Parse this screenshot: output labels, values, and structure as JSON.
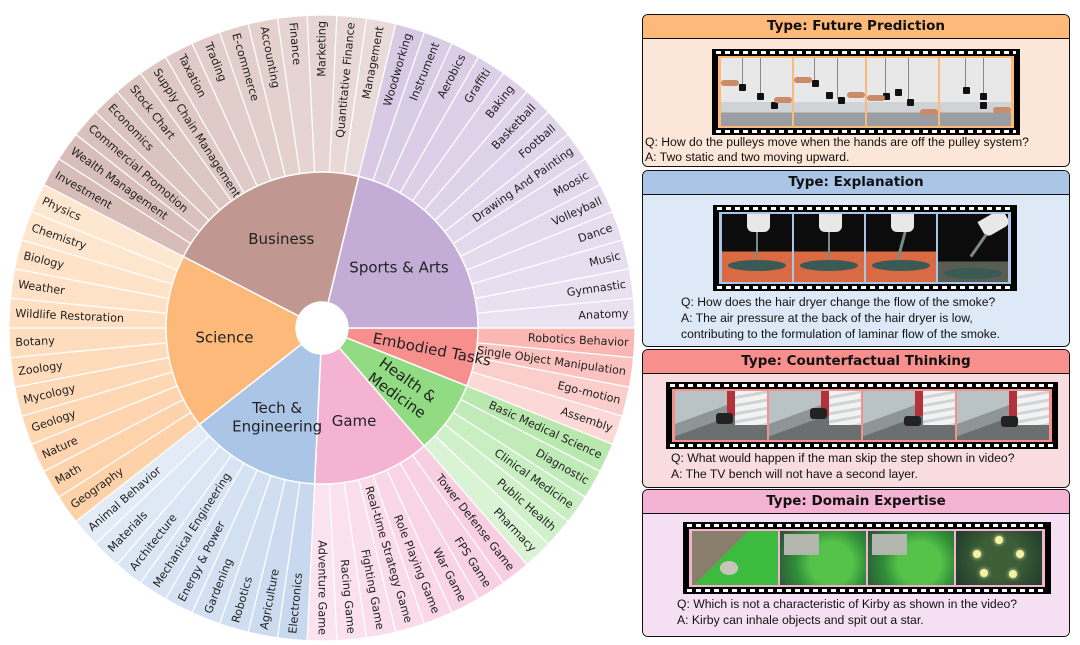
{
  "chart_data": {
    "type": "sunburst",
    "title": "",
    "center": "",
    "categories": [
      {
        "name": "Embodied Tasks",
        "label_lines": [
          "Embodied Tasks"
        ],
        "color": "#f7908c",
        "children": [
          "Robotics Behavior",
          "Single Object Manipulation",
          "Ego-motion",
          "Assembly"
        ]
      },
      {
        "name": "Health & Medicine",
        "label_lines": [
          "Health &",
          "Medicine"
        ],
        "color": "#91dc83",
        "children": [
          "Basic Medical Science",
          "Diagnostic",
          "Clinical Medicine",
          "Public Health",
          "Pharmacy"
        ]
      },
      {
        "name": "Game",
        "label_lines": [
          "Game"
        ],
        "color": "#f4b3d2",
        "children": [
          "Tower Defense Game",
          "FPS Game",
          "War Game",
          "Role Playing Game",
          "Real-time Strategy Game",
          "Fighting Game",
          "Racing Game",
          "Adventure Game"
        ]
      },
      {
        "name": "Tech & Engineering",
        "label_lines": [
          "Tech &",
          "Engineering"
        ],
        "color": "#abc5e6",
        "children": [
          "Electronics",
          "Agriculture",
          "Robotics",
          "Gardening",
          "Energy & Power",
          "Mechanical Engineering",
          "Architecture",
          "Materials",
          "Animal Behavior"
        ]
      },
      {
        "name": "Science",
        "label_lines": [
          "Science"
        ],
        "color": "#fdb97a",
        "children": [
          "Geography",
          "Math",
          "Nature",
          "Geology",
          "Mycology",
          "Zoology",
          "Botany",
          "Wildlife Restoration",
          "Weather",
          "Biology",
          "Chemistry",
          "Physics"
        ]
      },
      {
        "name": "Business",
        "label_lines": [
          "Business"
        ],
        "color": "#c19891",
        "children": [
          "Investment",
          "Wealth Management",
          "Commercial Promotion",
          "Economics",
          "Stock Chart",
          "Supply Chain Management",
          "Taxation",
          "Trading",
          "E-commerce",
          "Accounting",
          "Finance",
          "Marketing",
          "Quantitative Finance",
          "Management"
        ]
      },
      {
        "name": "Sports & Arts",
        "label_lines": [
          "Sports & Arts"
        ],
        "color": "#c3add6",
        "children": [
          "Woodworking",
          "Instrument",
          "Aerobics",
          "Graffiti",
          "Baking",
          "Basketball",
          "Football",
          "Drawing And Painting",
          "Moosic",
          "Volleyball",
          "Dance",
          "Music",
          "Gymnastic",
          "Anatomy"
        ]
      }
    ],
    "segment_counts": {
      "Embodied Tasks": 4,
      "Health & Medicine": 5,
      "Game": 8,
      "Tech & Engineering": 9,
      "Science": 12,
      "Business": 14,
      "Sports & Arts": 14
    },
    "total_subcategories": 66
  },
  "panels": [
    {
      "type_label": "Type: Future Prediction",
      "header_color": "#fdb97a",
      "body_color": "#fce6d8",
      "frame_border_color": "#fdb97a",
      "question": "Q: How do the pulleys move when the hands are off the pulley system?",
      "answer_lines": [
        "A: Two static and two moving upward."
      ],
      "frames": [
        "pulley-frame-1",
        "pulley-frame-2",
        "pulley-frame-3",
        "pulley-frame-4"
      ]
    },
    {
      "type_label": "Type: Explanation",
      "header_color": "#abc5e6",
      "body_color": "#dde9f6",
      "frame_border_color": "#abc5e6",
      "question": "Q: How does the hair dryer change the flow of the smoke?",
      "answer_lines": [
        "A: The air pressure at the back of the hair dryer is low,",
        "contributing to the formulation of laminar flow of the smoke."
      ],
      "frames": [
        "smoke-frame-1",
        "smoke-frame-2",
        "smoke-frame-3",
        "smoke-frame-4"
      ]
    },
    {
      "type_label": "Type: Counterfactual Thinking",
      "header_color": "#f7908c",
      "body_color": "#f8dcdf",
      "frame_border_color": "#f7908c",
      "question": "Q: What would happen if the man skip the step shown in video?",
      "answer_lines": [
        "A: The TV bench will not have a second layer."
      ],
      "frames": [
        "room-frame-1",
        "room-frame-2",
        "room-frame-3",
        "room-frame-4"
      ]
    },
    {
      "type_label": "Type: Domain Expertise",
      "header_color": "#f4b3d2",
      "body_color": "#f5e0f3",
      "frame_border_color": "#f4b3d2",
      "question": "Q: Which is not a characteristic of Kirby as shown in the video?",
      "answer_lines": [
        "A: Kirby can inhale objects and spit out a star."
      ],
      "frames": [
        "game-frame-1",
        "game-frame-2",
        "game-frame-3",
        "game-frame-4"
      ]
    }
  ]
}
